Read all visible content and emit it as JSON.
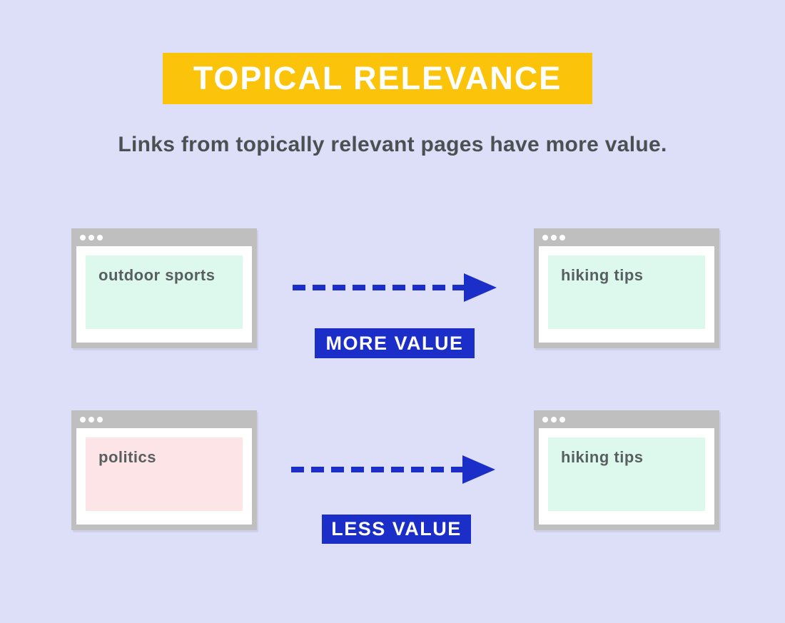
{
  "page": {
    "background_color": "#dddef8"
  },
  "header": {
    "title": "TOPICAL RELEVANCE",
    "title_text_color": "#ffffff",
    "banner_color": "#fcc30b",
    "subtitle": "Links from topically relevant pages have more value.",
    "subtitle_color": "#4b5152"
  },
  "colors": {
    "accent_blue": "#1b2ec8",
    "window_chrome_gray": "#bfbfbf",
    "window_body_white": "#ffffff",
    "mint_green": "#ddf9ee",
    "light_pink": "#fde4e7",
    "label_gray": "#595f60"
  },
  "icons": {
    "window_dots": "three-white-circles",
    "arrow": "dashed-arrow-right"
  },
  "rows": [
    {
      "id": "more-value-row",
      "source_window": {
        "label": "outdoor sports",
        "panel_color": "#ddf9ee"
      },
      "target_window": {
        "label": "hiking tips",
        "panel_color": "#ddf9ee"
      },
      "badge_label": "MORE VALUE"
    },
    {
      "id": "less-value-row",
      "source_window": {
        "label": "politics",
        "panel_color": "#fde4e7"
      },
      "target_window": {
        "label": "hiking tips",
        "panel_color": "#ddf9ee"
      },
      "badge_label": "LESS VALUE"
    }
  ]
}
